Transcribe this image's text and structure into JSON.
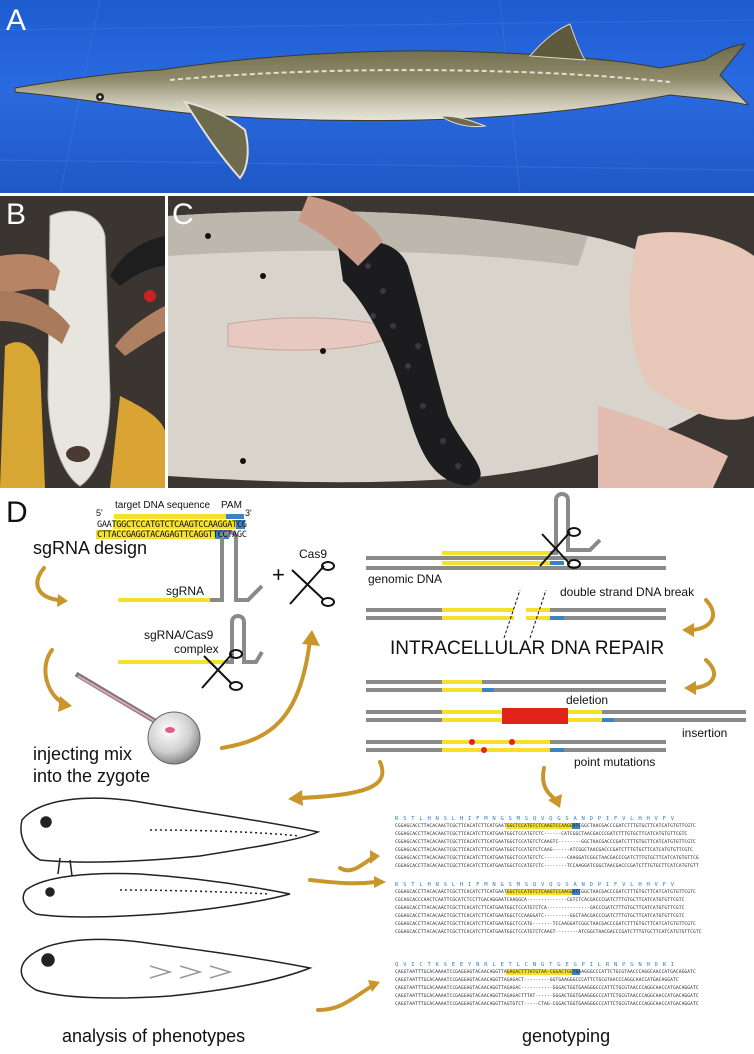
{
  "panels": {
    "a": "A",
    "b": "B",
    "c": "C",
    "d": "D"
  },
  "design": {
    "target_label": "target DNA sequence",
    "pam_label": "PAM",
    "five_prime": "5'",
    "three_prime": "3'",
    "top_strand": "GAATGGCTCCATGTCTCAAGTCCAAGGATCG",
    "bottom_strand": "CTTACCGAGGTACAGAGTTCAGGTTCCTAGC",
    "sgrna_design": "sgRNA design",
    "sgrna": "sgRNA",
    "plus": "+",
    "cas9": "Cas9",
    "complex_line1": "sgRNA/Cas9",
    "complex_line2": "complex",
    "inject_line1": "injecting mix",
    "inject_line2": "into the zygote"
  },
  "repair": {
    "genomic_dna": "genomic DNA",
    "dsb": "double strand DNA break",
    "title": "INTRACELLULAR DNA REPAIR",
    "deletion": "deletion",
    "insertion": "insertion",
    "point_mutations": "point mutations"
  },
  "bottom": {
    "phenotypes": "analysis of phenotypes",
    "genotyping": "genotyping"
  },
  "genotypes": [
    {
      "aa": "RSTLHNSLHIFMNGSMSQVQGSANDPIFVLHHVFV",
      "rows": [
        "CGGAGCACCTTACACAACTCGCTTCACATCTTCATGAATGGCTCCATGTCTCAAGTCCAAGGATCGGCTAACGACCCGATCTTTGTGCTTCATCATGTGTTCGTC",
        "CGGAGCACCTTACACAACTCGCTTCACATCTTCATGAATGGCTCCATGTCTC------CATCGGCTAACGACCCGATCTTTGTGCTTCATCATGTGTTCGTC",
        "CGGAGCACCTTACACAACTCGCTTCACATCTTCATGAATGGCTCCATGTCTCAAGTC--------GGCTAACGACCCGATCTTTGTGCTTCATCATGTGTTCGTC",
        "CGGAGCACCTTACACAACTCGCTTCACATCTTCATGAATGGCTCCATGTCTCAAG------ATCGGCTAACGACCCGATCTTTGTGCTTCATCATGTGTTCGTC",
        "CGGAGCACCTTACACAACTCGCTTCACATCTTCATGAATGGCTCCATGTCTC--------CAAGGATCGGCTAACGACCCGATCTTTGTGCTTCATCATGTGTTCG",
        "CGGAGCACCTTACACAACTCGCTTCACATCTTCATGAATGGCTCCATGTCTC--------TCCAAGGATCGGCTAACGACCCGATCTTTGTGCTTCATCATGTGTT"
      ]
    },
    {
      "aa": "RSTLHNSLHIFMNGSMSQVQGSANDPIFVLHHVFV",
      "rows": [
        "CGGAGCACCTTACACAACTCGCTTCACATCTTCATGAATGGCTCCATGTCTCAAGTCCAAGGATCGGCTAACGACCCGATCTTTGTGCTTCATCATGTGTTCGTC",
        "CGCAGCACCCAACTCAATTCGCATCTCCTTGACAGGAATCAAGGCA--------------CGTCTCACGACCCGATCTTTGTGCTTCATCATGTGTTCGTC",
        "CGGAGCACCTTACACAACTCGCTTCACATCTTCATGAATGGCTCCATGTCTCA---------------GACCCGATCTTTGTGCTTCATCATGTGTTCGTC",
        "CGGAGCACCTTACACAACTCGCTTCACATCTTCATGAATGGCTCCAAGGATC---------GGCTAACGACCCGATCTTTGTGCTTCATCATGTGTTCGTC",
        "CGGAGCACCTTACACAACTCGCTTCACATCTTCATGAATGGCTCCATG-------TCCAAGGATCGGCTAACGACCCGATCTTTGTGCTTCATCATGTGTTCGTC",
        "CGGAGCACCTTACACAACTCGCTTCACATCTTCATGAATGGCTCCATGTCTCAAGT--------ATCGGCTAACGACCCGATCTTTGTGCTTCATCATGTGTTCGTC"
      ]
    },
    {
      "aa": "QVICTKSEEYNRLETLCNGTGEGPILRNPGNHDRI",
      "rows": [
        "CAGGTAATTTGCACAAAATCCGAGGAGTACAACAGGTTAGAGACTTTATGTAA-CGGACTGGTGAAGGGCCCATTCTGCGTAACCCAGGCAACCATGACAGGATC",
        "CAGGTAATTTGCACAAAATCCGAGGAGTACAACAGGTTAGAGACT---------GGTGAAGGGCCCATTCTGCGTAACCCAGGCAACCATGACAGGATC",
        "CAGGTAATTTGCACAAAATCCGAGGAGTACAACAGGTTAGAGAC-----------GGGACTGGTGAAGGGCCCATTCTGCGTAACCCAGGCAACCATGACAGGATC",
        "CAGGTAATTTGCACAAAATCCGAGGAGTACAACAGGTTAGAGACTTTAT------GGGACTGGTGAAGGGCCCATTCTGCGTAACCCAGGCAACCATGACAGGATC",
        "CAGGTAATTTGCACAAAATCCGAGGAGTACAACAGGTTAGTGTCT-----CTAG-CGGACTGGTGAAGGGCCCATTCTGCGTAACCCAGGCAACCATGACAGGATC"
      ]
    }
  ],
  "colors": {
    "gold": "#c8962a",
    "yellow": "#f5e12a",
    "blue": "#3b83c2",
    "red": "#e2231a",
    "gray": "#8a8a8a",
    "aa_blue": "#2e7fbf"
  }
}
